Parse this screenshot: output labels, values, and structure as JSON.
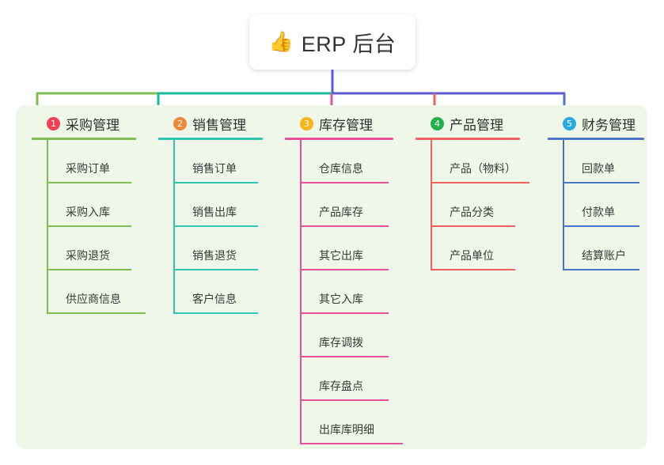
{
  "root": {
    "icon": "thumbs-up-icon",
    "emoji": "👍",
    "title": "ERP 后台"
  },
  "panel": {
    "background": "#eef7e8"
  },
  "connector_colors": {
    "stem": "#5b5bd6",
    "bar_green": "#7dbd52",
    "bar_teal": "#1abc9c",
    "bar_blue": "#5b5bd6",
    "drop_1": "#7dbd52",
    "drop_2": "#1abc9c",
    "drop_3": "#e8519a",
    "drop_4": "#f0605e",
    "drop_5": "#4a74c9"
  },
  "columns": [
    {
      "number": "1",
      "title": "采购管理",
      "badge_color": "#ef4056",
      "line_color": "#7dbd52",
      "items": [
        {
          "label": "采购订单"
        },
        {
          "label": "采购入库"
        },
        {
          "label": "采购退货"
        },
        {
          "label": "供应商信息"
        }
      ]
    },
    {
      "number": "2",
      "title": "销售管理",
      "badge_color": "#f0883a",
      "line_color": "#2ec4b0",
      "items": [
        {
          "label": "销售订单"
        },
        {
          "label": "销售出库"
        },
        {
          "label": "销售退货"
        },
        {
          "label": "客户信息"
        }
      ]
    },
    {
      "number": "3",
      "title": "库存管理",
      "badge_color": "#f5b51a",
      "line_color": "#e8519a",
      "items": [
        {
          "label": "仓库信息"
        },
        {
          "label": "产品库存"
        },
        {
          "label": "其它出库"
        },
        {
          "label": "其它入库"
        },
        {
          "label": "库存调拨"
        },
        {
          "label": "库存盘点"
        },
        {
          "label": "出库库明细"
        }
      ]
    },
    {
      "number": "4",
      "title": "产品管理",
      "badge_color": "#22b14c",
      "line_color": "#f0605e",
      "items": [
        {
          "label": "产品（物料）"
        },
        {
          "label": "产品分类"
        },
        {
          "label": "产品单位"
        }
      ]
    },
    {
      "number": "5",
      "title": "财务管理",
      "badge_color": "#29abe2",
      "line_color": "#4a74c9",
      "items": [
        {
          "label": "回款单"
        },
        {
          "label": "付款单"
        },
        {
          "label": "结算账户"
        }
      ]
    }
  ]
}
